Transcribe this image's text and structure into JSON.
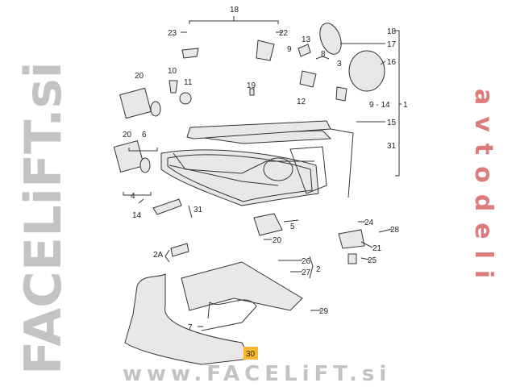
{
  "diagram": {
    "title": "Headlight assembly exploded parts diagram",
    "callouts": {
      "c18_top": "18",
      "c23": "23",
      "c22": "22",
      "c13": "13",
      "c9": "9",
      "c8": "8",
      "c3": "3",
      "c18_right": "18",
      "c17": "17",
      "c16": "16",
      "c10": "10",
      "c11": "11",
      "c20_a": "20",
      "c19": "19",
      "c12": "12",
      "c9_14": "9 - 14",
      "c1": "1",
      "c15": "15",
      "c6": "6",
      "c20_b": "20",
      "c31_right": "31",
      "c4": "4",
      "c14": "14",
      "c31_left": "31",
      "c5": "5",
      "c20_c": "20",
      "c24": "24",
      "c28": "28",
      "c21": "21",
      "c25": "25",
      "c2A": "2A",
      "c26": "26",
      "c27": "27",
      "c2": "2",
      "c29": "29",
      "c7": "7",
      "c30": "30"
    },
    "highlight_color": "#f5b82e"
  },
  "watermark": {
    "brand": "FACELiFT.si",
    "sub": "avtodeli",
    "url": "www.FACELiFT.si"
  }
}
